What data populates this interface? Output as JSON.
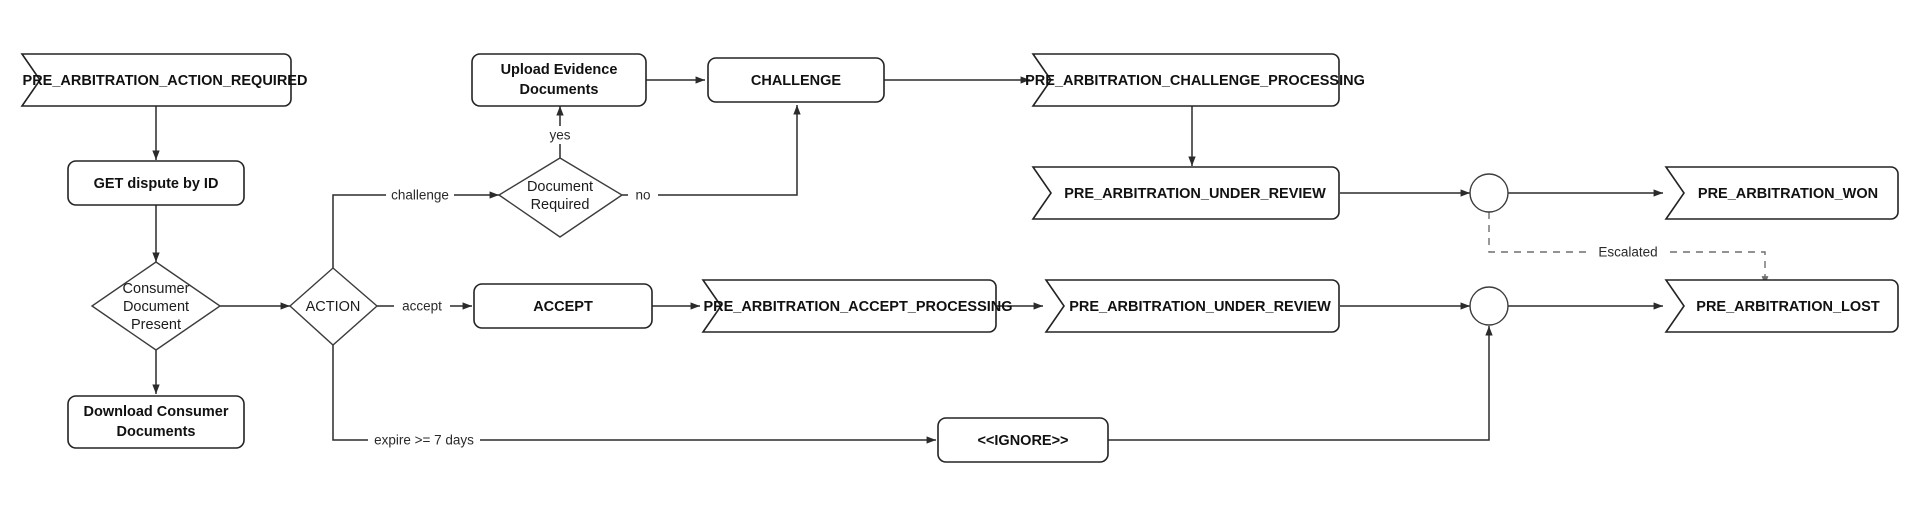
{
  "diagram": {
    "title": "Pre-Arbitration Dispute Flow",
    "colors": {
      "background": "#ffffff",
      "stroke": "#232323",
      "dashed_stroke": "#6e6e6e",
      "text": "#111111"
    },
    "nodes": {
      "pre_arbitration_action_required": "PRE_ARBITRATION_ACTION_REQUIRED",
      "get_dispute_by_id": "GET dispute by ID",
      "consumer_document_present_line1": "Consumer",
      "consumer_document_present_line2": "Document",
      "consumer_document_present_line3": "Present",
      "download_consumer_documents_line1": "Download Consumer",
      "download_consumer_documents_line2": "Documents",
      "action": "ACTION",
      "document_required_line1": "Document",
      "document_required_line2": "Required",
      "upload_evidence_documents_line1": "Upload Evidence",
      "upload_evidence_documents_line2": "Documents",
      "challenge": "CHALLENGE",
      "pre_arbitration_challenge_processing": "PRE_ARBITRATION_CHALLENGE_PROCESSING",
      "pre_arbitration_under_review_top": "PRE_ARBITRATION_UNDER_REVIEW",
      "pre_arbitration_won": "PRE_ARBITRATION_WON",
      "accept": "ACCEPT",
      "pre_arbitration_accept_processing": "PRE_ARBITRATION_ACCEPT_PROCESSING",
      "pre_arbitration_under_review_bottom": "PRE_ARBITRATION_UNDER_REVIEW",
      "pre_arbitration_lost": "PRE_ARBITRATION_LOST",
      "ignore": "<<IGNORE>>"
    },
    "edge_labels": {
      "challenge": "challenge",
      "accept": "accept",
      "expire": "expire >= 7 days",
      "yes": "yes",
      "no": "no",
      "escalated": "Escalated"
    }
  }
}
